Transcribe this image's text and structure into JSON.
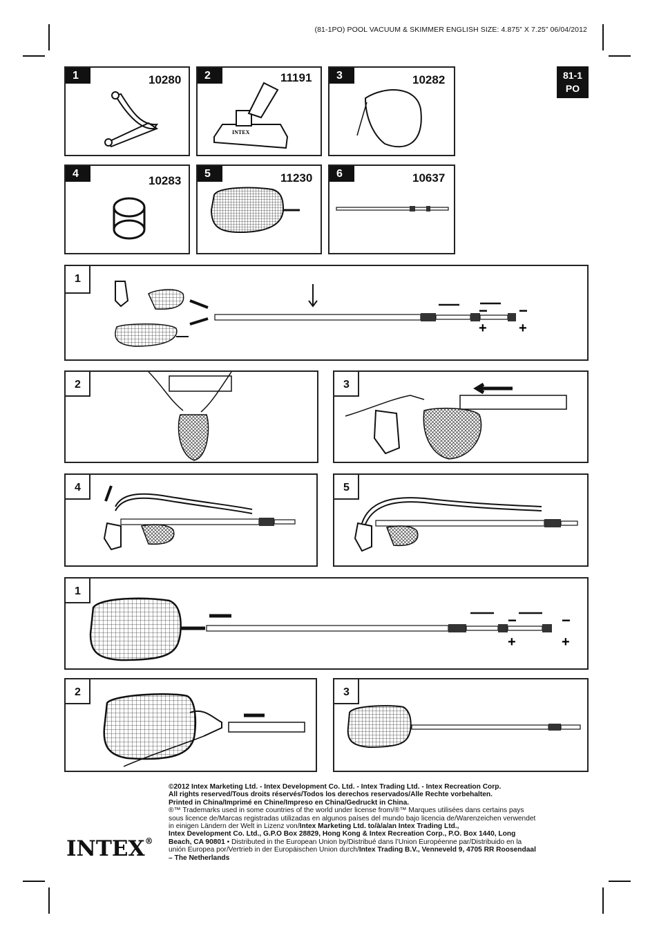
{
  "header": {
    "spec": "(81-1PO)  POOL VACUUM & SKIMMER  ENGLISH  SIZE: 4.875” X 7.25”  06/04/2012"
  },
  "code": {
    "line1": "81-1",
    "line2": "PO"
  },
  "parts": [
    {
      "num": "1",
      "part_no": "10280"
    },
    {
      "num": "2",
      "part_no": "11191"
    },
    {
      "num": "3",
      "part_no": "10282"
    },
    {
      "num": "4",
      "part_no": "10283"
    },
    {
      "num": "5",
      "part_no": "11230"
    },
    {
      "num": "6",
      "part_no": "10637"
    }
  ],
  "steps_vacuum": [
    "1",
    "2",
    "3",
    "4",
    "5"
  ],
  "steps_skimmer": [
    "1",
    "2",
    "3"
  ],
  "icons": [
    "minus-sign-icon",
    "plus-sign-icon",
    "arrow-icon",
    "pole-icon",
    "net-icon"
  ],
  "footer": {
    "l1": "©2012 Intex Marketing Ltd. - Intex Development Co. Ltd. - Intex Trading Ltd. - Intex Recreation Corp.",
    "l2": "All rights reserved/Tous droits réservés/Todos los derechos reservados/Alle Rechte vorbehalten.",
    "l3": "Printed in China/Imprimé en Chine/Impreso en China/Gedruckt in China.",
    "l4": "®™ Trademarks used in some countries of the world under license from/®™ Marques utilisées dans certains pays",
    "l5": "sous licence de/Marcas registradas utilizadas en algunos países del mundo bajo licencia de/Warenzeichen verwendet",
    "l6a": "in einigen Ländern der Welt in Lizenz von/",
    "l6b": "Intex Marketing Ltd. to/à/a/an Intex Trading Ltd.,",
    "l7": "Intex Development Co. Ltd., G.P.O Box 28829, Hong Kong & Intex Recreation Corp., P.O. Box 1440, Long",
    "l8a": "Beach, CA 90801",
    "l8b": " • Distributed in the European Union by/Distribué dans l’Union Européenne par/Distribuido en la",
    "l9a": "unión Europea por/Vertrieb in der Europäischen Union durch/",
    "l9b": "Intex Trading B.V., Venneveld 9, 4705 RR Roosendaal",
    "l10": "– The Netherlands"
  },
  "logo": {
    "text": "INTEX",
    "reg": "®"
  }
}
